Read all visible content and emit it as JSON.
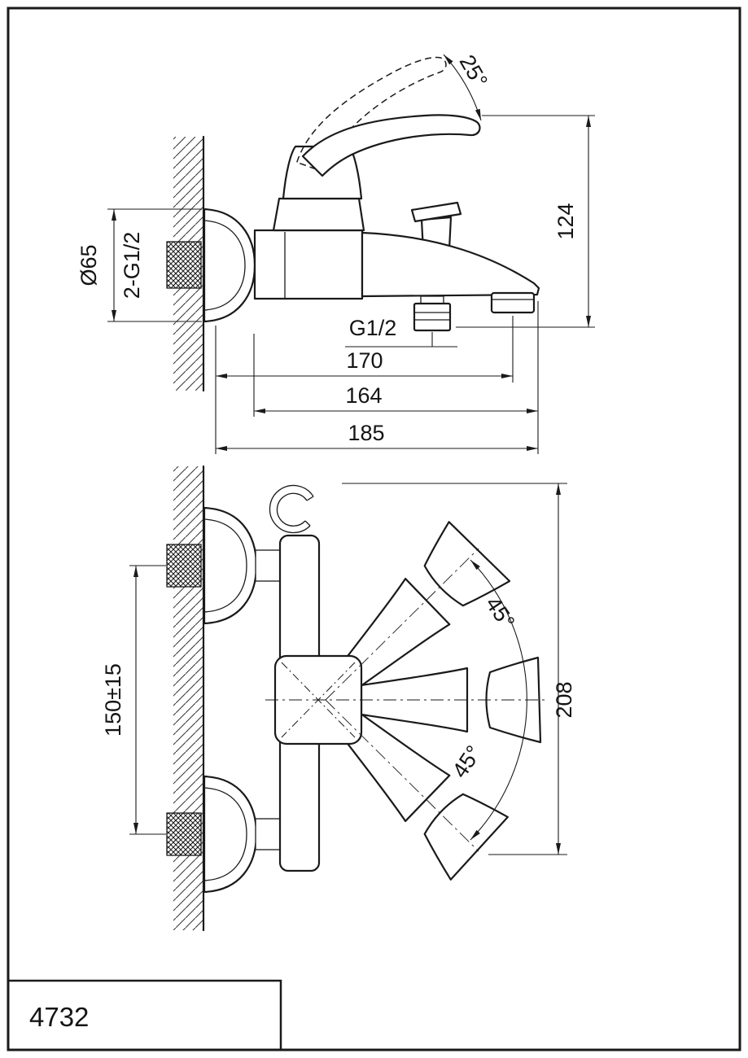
{
  "drawing": {
    "product_code": "4732",
    "side_view": {
      "handle_angle": "25°",
      "escutcheon_diameter": "Ø65",
      "wall_connections": "2-G1/2",
      "height_to_spout": "124",
      "shower_outlet_thread": "G1/2",
      "spout_reach": "170",
      "spout_length": "164",
      "overall_depth": "185"
    },
    "front_view": {
      "connection_centers": "150±15",
      "handle_swing_upper": "45°",
      "handle_swing_lower": "45°",
      "overall_height": "208"
    }
  }
}
